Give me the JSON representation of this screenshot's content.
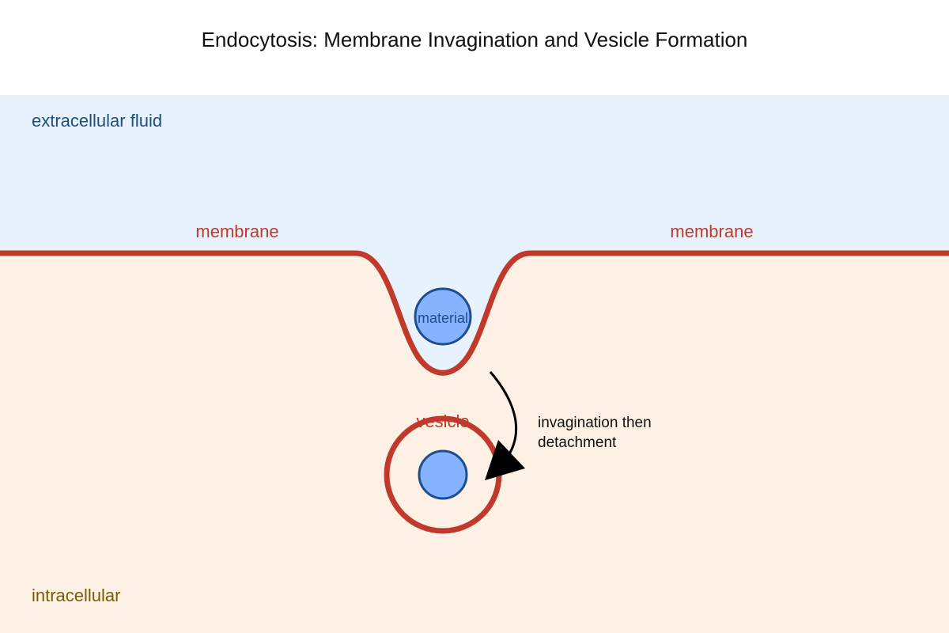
{
  "title": "Endocytosis: Membrane Invagination and Vesicle Formation",
  "regions": {
    "extracellular": "extracellular fluid",
    "intracellular": "intracellular"
  },
  "membrane": {
    "label_left": "membrane",
    "label_right": "membrane"
  },
  "material": {
    "label": "material"
  },
  "vesicle": {
    "label": "vesicle"
  },
  "annotation": {
    "line1": "invagination then",
    "line2": "detachment"
  },
  "colors": {
    "extracellular_fill": "#e8f2fc",
    "intracellular_fill": "#fdf1e5",
    "membrane": "#c0392b",
    "extracellular_text": "#1f4e79",
    "intracellular_text": "#7a5c00",
    "material_fill": "#85b3ff",
    "material_stroke": "#1f4e8c",
    "arrow": "#000000"
  }
}
